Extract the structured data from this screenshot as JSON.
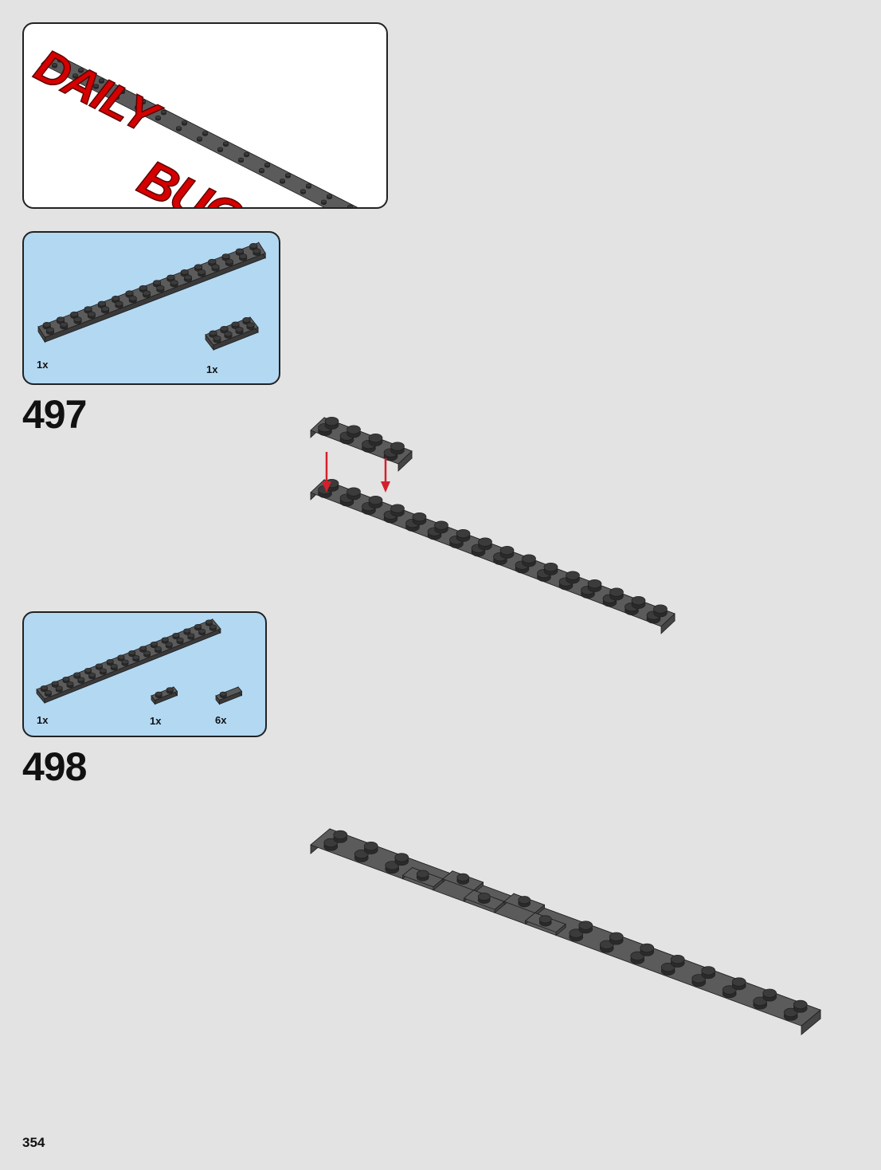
{
  "preview": {
    "sign_word_1": "DAILY",
    "sign_word_2": "BUGLE",
    "sign_color": "#d50000",
    "base_color": "#5a5a5a"
  },
  "steps": [
    {
      "number": "497",
      "parts": [
        {
          "qty": "1x",
          "name": "plate-2x16-dark-grey"
        },
        {
          "qty": "1x",
          "name": "plate-2x4-dark-grey"
        }
      ]
    },
    {
      "number": "498",
      "parts": [
        {
          "qty": "1x",
          "name": "plate-2x16-dark-grey"
        },
        {
          "qty": "1x",
          "name": "plate-1x2-dark-grey"
        },
        {
          "qty": "6x",
          "name": "jumper-plate-1x2-dark-grey"
        }
      ]
    }
  ],
  "page": {
    "number": "354"
  },
  "colors": {
    "background": "#e3e3e3",
    "parts_panel": "#b3d8f2",
    "brick_grey": "#585858",
    "arrow": "#d3202c"
  }
}
